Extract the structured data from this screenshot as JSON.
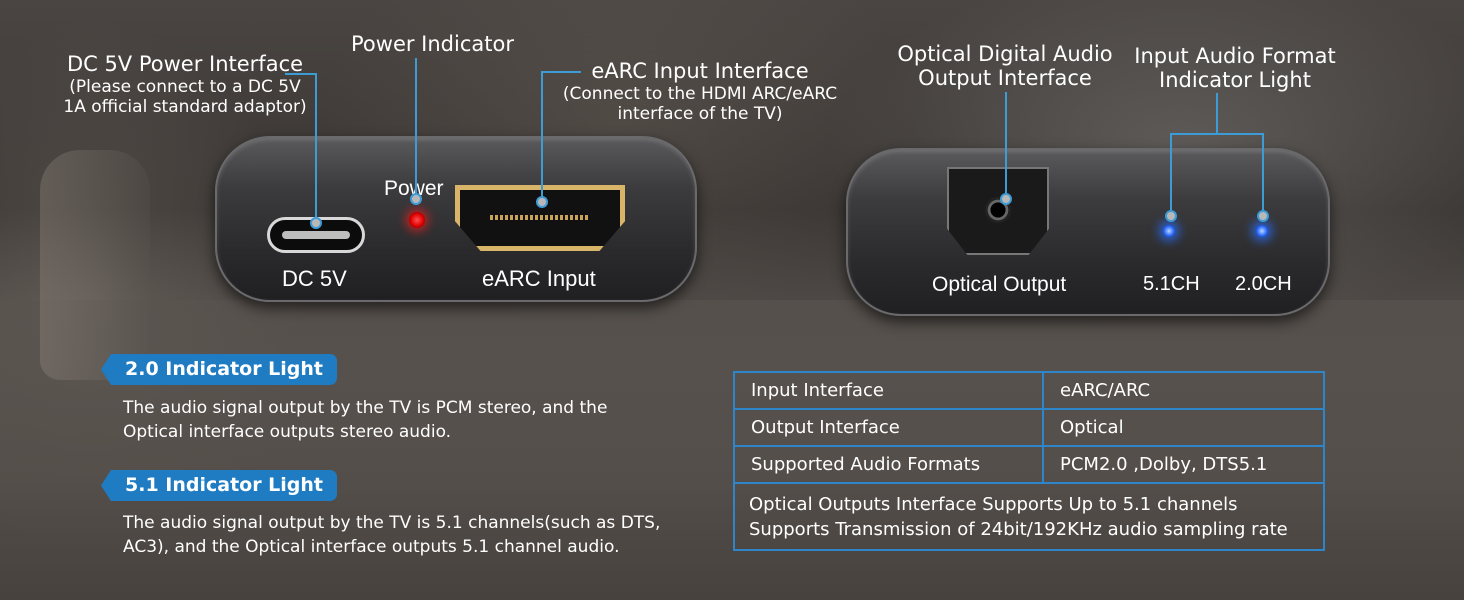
{
  "labels": {
    "dc_title": "DC 5V Power Interface",
    "dc_sub1": "(Please connect to a DC 5V",
    "dc_sub2": "1A official standard adaptor)",
    "power_indicator": "Power Indicator",
    "earc_title": "eARC Input Interface",
    "earc_sub1": "(Connect to the HDMI ARC/eARC",
    "earc_sub2": "interface of the TV)",
    "optical_title1": "Optical Digital Audio",
    "optical_title2": "Output Interface",
    "format_title1": "Input Audio Format",
    "format_title2": "Indicator Light"
  },
  "device_front": {
    "dc_port": "DC 5V",
    "power": "Power",
    "earc_port": "eARC Input"
  },
  "device_back": {
    "optical_port": "Optical Output",
    "led_51": "5.1CH",
    "led_20": "2.0CH"
  },
  "colors": {
    "accent_blue": "#1f7cc2",
    "led_red": "#ff2020",
    "led_blue": "#2b6cff",
    "hdmi_gold": "#d9b56a"
  },
  "sections": [
    {
      "title": "2.0 Indicator Light",
      "line1": "The audio signal output by the TV is PCM stereo, and the",
      "line2": "Optical interface outputs stereo audio."
    },
    {
      "title": "5.1 Indicator Light",
      "line1": "The audio signal output by the TV is 5.1 channels(such as DTS,",
      "line2": "AC3), and the Optical interface outputs 5.1 channel audio."
    }
  ],
  "specs": {
    "rows": [
      {
        "name": "Input Interface",
        "value": "eARC/ARC"
      },
      {
        "name": "Output Interface",
        "value": "Optical"
      },
      {
        "name": "Supported Audio Formats",
        "value": "PCM2.0 ,Dolby, DTS5.1"
      }
    ],
    "note_line1": "Optical Outputs Interface Supports Up to 5.1 channels",
    "note_line2": "Supports Transmission of 24bit/192KHz audio sampling rate"
  }
}
